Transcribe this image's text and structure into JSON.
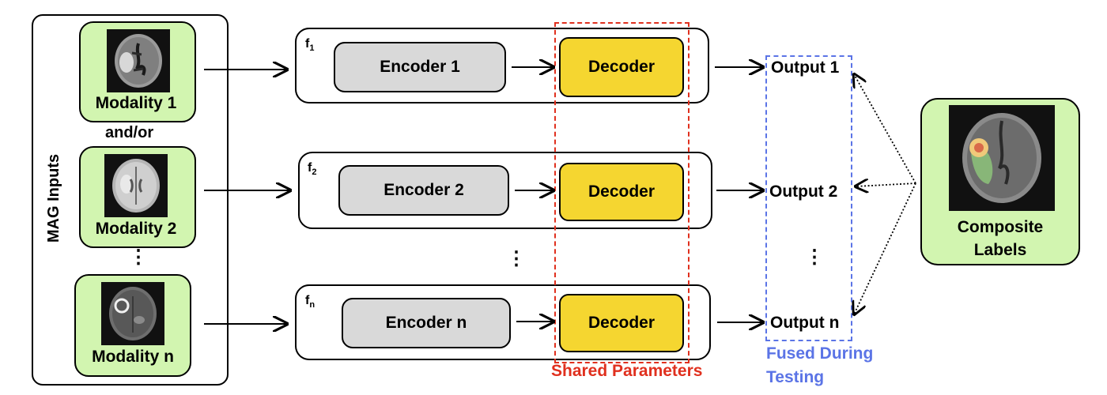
{
  "inputs": {
    "title": "MAG Inputs",
    "modalities": [
      {
        "label": "Modality 1"
      },
      {
        "label": "Modality 2"
      },
      {
        "label": "Modality n"
      }
    ],
    "andor": "and/or",
    "vdots": "⋮"
  },
  "flows": [
    {
      "f_base": "f",
      "f_sub": "1",
      "encoder": "Encoder 1",
      "decoder": "Decoder",
      "output": "Output 1"
    },
    {
      "f_base": "f",
      "f_sub": "2",
      "encoder": "Encoder 2",
      "decoder": "Decoder",
      "output": "Output 2"
    },
    {
      "f_base": "f",
      "f_sub": "n",
      "encoder": "Encoder n",
      "decoder": "Decoder",
      "output": "Output n"
    }
  ],
  "middle_vdots": "⋮",
  "output_vdots": "⋮",
  "shared_parameters": "Shared Parameters",
  "fused": {
    "line1": "Fused During",
    "line2": "Testing"
  },
  "composite": {
    "line1": "Composite",
    "line2": "Labels"
  },
  "colors": {
    "modality_bg": "#d2f5b0",
    "encoder_bg": "#d9d9d9",
    "decoder_bg": "#f5d630",
    "shared_border": "#e0301e",
    "fused_border": "#5b74e6"
  }
}
